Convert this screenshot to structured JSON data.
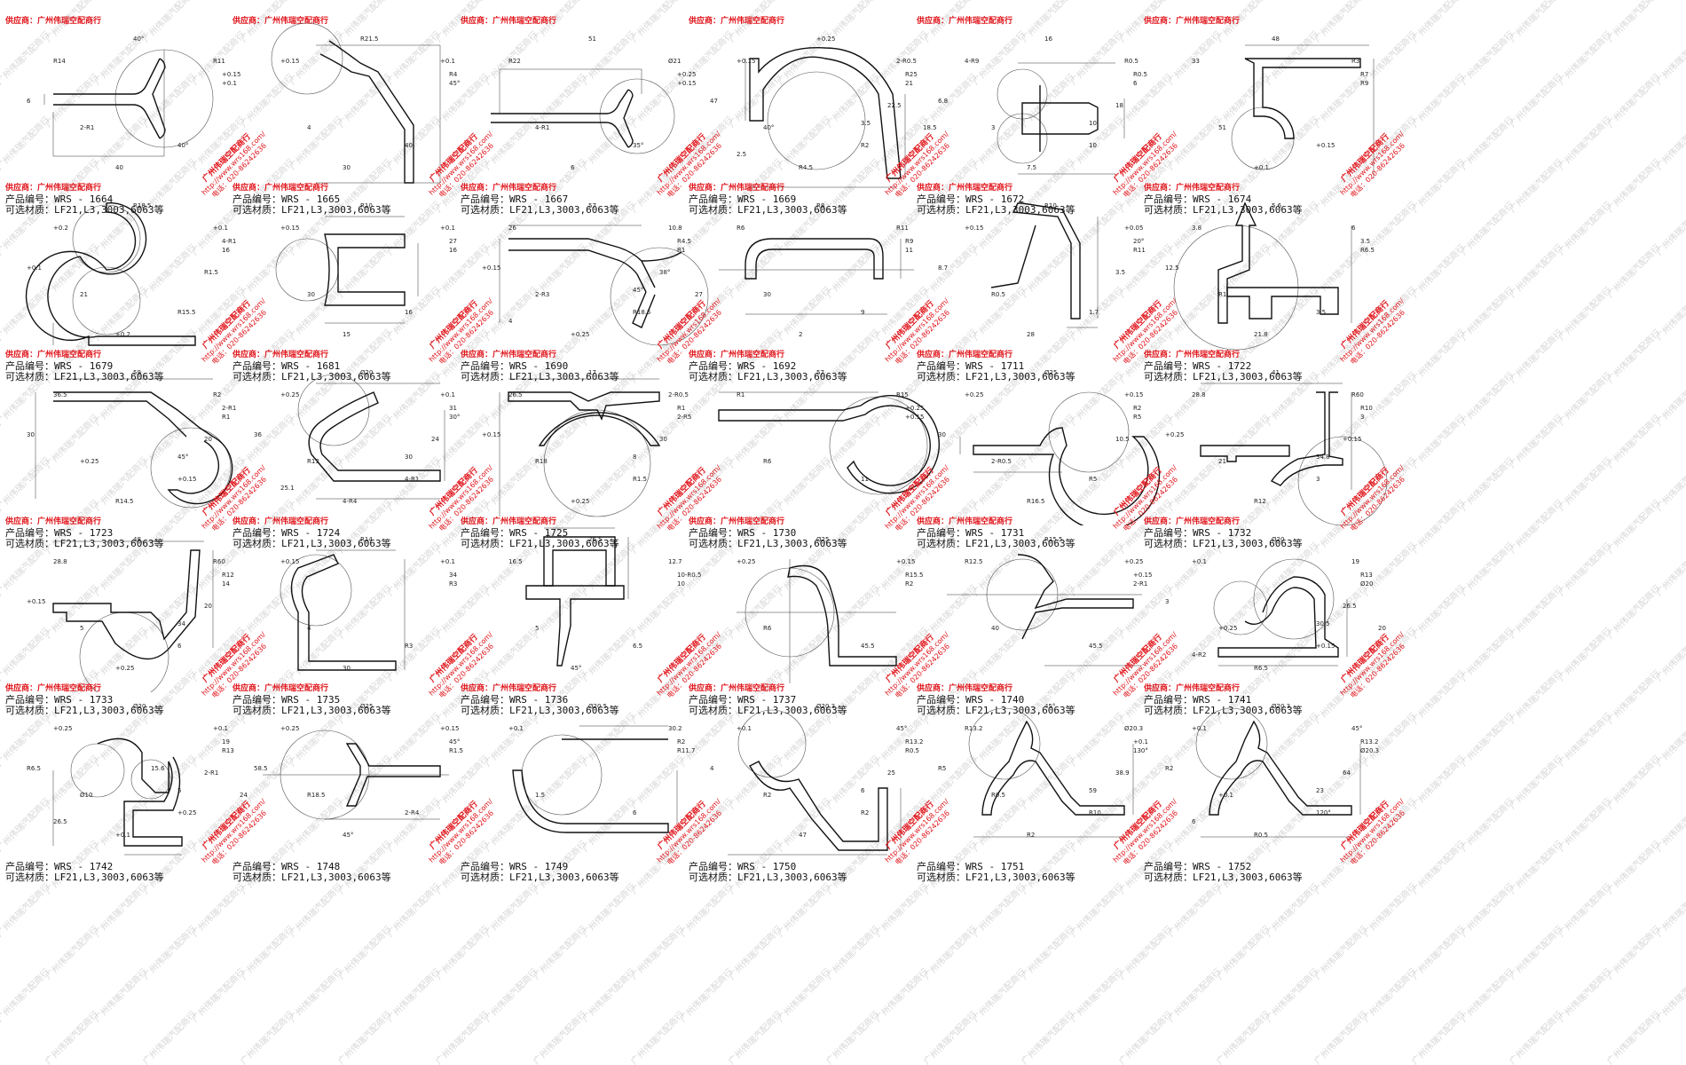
{
  "supplier_label": "供应商：广州伟瑞空配商行",
  "code_prefix": "产品编号：WRS - ",
  "materials_label": "可选材质：LF21,L3,3003,6063等",
  "stamp": {
    "line1": "广州伟瑞空配商行",
    "line2": "http://www.wrs168.com/",
    "line3": "电话：020-86242636"
  },
  "watermark_text": "广州伟瑞汽配商行",
  "products": [
    {
      "code": "1664",
      "shape": "y",
      "labels": [
        "40°",
        "R14",
        "R11",
        "+0.15",
        "+0.1",
        "2-R1",
        "40°",
        "40",
        "6"
      ]
    },
    {
      "code": "1665",
      "shape": "hookdiag",
      "labels": [
        "R21.5",
        "+0.15",
        "+0.1",
        "R4",
        "45°",
        "4",
        "40",
        "30"
      ]
    },
    {
      "code": "1667",
      "shape": "ycircle",
      "labels": [
        "51",
        "R22",
        "Ø21",
        "+0.25",
        "+0.15",
        "4-R1",
        "35°",
        "6"
      ]
    },
    {
      "code": "1669",
      "shape": "arch",
      "labels": [
        "+0.25",
        "+0.15",
        "2-R0.5",
        "R25",
        "21",
        "40°",
        "R2",
        "R4.5",
        "47",
        "22.5",
        "3.5",
        "2.5",
        "18.5"
      ]
    },
    {
      "code": "1672",
      "shape": "twocircle",
      "labels": [
        "16",
        "4-R9",
        "R0.5",
        "R0.5",
        "6",
        "3",
        "10",
        "7.5",
        "6.8",
        "18",
        "10"
      ]
    },
    {
      "code": "1674",
      "shape": "lhook",
      "labels": [
        "48",
        "33",
        "R3",
        "R7",
        "R9",
        "51",
        "+0.15",
        "+0.1"
      ]
    },
    {
      "code": "1679",
      "shape": "figure8",
      "labels": [
        "R18.5",
        "+0.2",
        "+0.1",
        "4-R1",
        "16",
        "21",
        "R15.5",
        "+0.2",
        "+0.1",
        "R1.5"
      ]
    },
    {
      "code": "1681",
      "shape": "uchannel",
      "labels": [
        "R10",
        "+0.15",
        "+0.1",
        "27",
        "16",
        "30",
        "16",
        "15"
      ]
    },
    {
      "code": "1690",
      "shape": "ylong",
      "labels": [
        "57",
        "26",
        "10.8",
        "R4.5",
        "R1",
        "2-R3",
        "R18.5",
        "+0.25",
        "+0.15",
        "38°",
        "45°",
        "4",
        "27"
      ]
    },
    {
      "code": "1692",
      "shape": "bar",
      "labels": [
        "R8",
        "R6",
        "R11",
        "R9",
        "11",
        "30",
        "9",
        "2"
      ]
    },
    {
      "code": "1711",
      "shape": "zbracket",
      "labels": [
        "R10",
        "+0.15",
        "+0.05",
        "20°",
        "R11",
        "R0.5",
        "1.7",
        "28",
        "8.7",
        "3.5"
      ]
    },
    {
      "code": "1722",
      "shape": "arrow",
      "labels": [
        "5.6",
        "3.8",
        "6",
        "3.5",
        "R6.5",
        "R1",
        "3.5",
        "21.8",
        "12.5"
      ]
    },
    {
      "code": "1723",
      "shape": "diagcircle",
      "labels": [
        "59",
        "36.5",
        "R2",
        "2-R1",
        "R1",
        "+0.25",
        "+0.15",
        "R14.5",
        "30",
        "20",
        "45°"
      ]
    },
    {
      "code": "1724",
      "shape": "scircle",
      "labels": [
        "Ø20",
        "+0.25",
        "+0.1",
        "31",
        "30°",
        "R13",
        "4-R1",
        "4-R4",
        "36",
        "24",
        "30",
        "25.1"
      ]
    },
    {
      "code": "1725",
      "shape": "chair",
      "labels": [
        "17",
        "26.5",
        "2-R0.5",
        "R1",
        "2-R5",
        "R18",
        "R1.5",
        "+0.25",
        "+0.15",
        "30",
        "8"
      ]
    },
    {
      "code": "1730",
      "shape": "longcircle",
      "labels": [
        "57",
        "R1",
        "R15",
        "+0.25",
        "+0.15",
        "R6",
        "11"
      ]
    },
    {
      "code": "1731",
      "shape": "hookcircle",
      "labels": [
        "Ø25",
        "+0.25",
        "+0.15",
        "R2",
        "R5",
        "2-R0.5",
        "R5",
        "R16.5",
        "30",
        "10.5"
      ]
    },
    {
      "code": "1732",
      "shape": "tframe",
      "labels": [
        "41",
        "28.8",
        "R60",
        "R10",
        "3",
        "21",
        "3",
        "R12",
        "+0.25",
        "+0.15",
        "34.8"
      ]
    },
    {
      "code": "1733",
      "shape": "frameright",
      "labels": [
        "48",
        "28.8",
        "R60",
        "R12",
        "14",
        "5",
        "6",
        "+0.25",
        "+0.15",
        "20",
        "34"
      ]
    },
    {
      "code": "1735",
      "shape": "cframe",
      "labels": [
        "R14",
        "+0.15",
        "+0.1",
        "34",
        "R3",
        "4",
        "R3",
        "30"
      ]
    },
    {
      "code": "1736",
      "shape": "fin",
      "labels": [
        "26.5",
        "16.5",
        "12.7",
        "10-R0.5",
        "10",
        "5",
        "6.5",
        "45°"
      ]
    },
    {
      "code": "1737",
      "shape": "spoon",
      "labels": [
        "Ø25",
        "+0.25",
        "+0.15",
        "R15.5",
        "R2",
        "R6",
        "45.5"
      ]
    },
    {
      "code": "1740",
      "shape": "ybig",
      "labels": [
        "R15.5",
        "R12.5",
        "+0.25",
        "+0.15",
        "2-R1",
        "40",
        "45.5"
      ]
    },
    {
      "code": "1741",
      "shape": "twinhook",
      "labels": [
        "Ø20",
        "+0.1",
        "19",
        "R13",
        "Ø20",
        "+0.25",
        "+0.15",
        "R6.5",
        "3",
        "26.5",
        "30.5",
        "4-R2",
        "20"
      ]
    },
    {
      "code": "1742",
      "shape": "twinhook2",
      "labels": [
        "Ø20",
        "+0.25",
        "+0.1",
        "19",
        "R13",
        "Ø10",
        "+0.25",
        "+0.1",
        "R6.5",
        "2-R1",
        "5",
        "26.5",
        "24",
        "15.6"
      ]
    },
    {
      "code": "1748",
      "shape": "ylong2",
      "labels": [
        "Ø25",
        "+0.25",
        "+0.15",
        "45°",
        "R1.5",
        "R18.5",
        "2-R4",
        "45°",
        "58.5"
      ]
    },
    {
      "code": "1749",
      "shape": "scoop",
      "labels": [
        "Ø20.5",
        "+0.1",
        "30.2",
        "R2",
        "R11.7",
        "1.5",
        "6"
      ]
    },
    {
      "code": "1750",
      "shape": "zdeep",
      "labels": [
        "Ø20.3",
        "+0.1",
        "45°",
        "R13.2",
        "R0.5",
        "R2",
        "R2",
        "47",
        "4",
        "25",
        "6"
      ]
    },
    {
      "code": "1751",
      "shape": "hookflat",
      "labels": [
        "45°",
        "R13.2",
        "Ø20.3",
        "+0.1",
        "130°",
        "R0.5",
        "R10",
        "R2",
        "R5",
        "38.9",
        "59"
      ]
    },
    {
      "code": "1752",
      "shape": "hookflat",
      "labels": [
        "Ø20.3",
        "+0.1",
        "45°",
        "R13.2",
        "Ø20.3",
        "+0.1",
        "120°",
        "R0.5",
        "R2",
        "64",
        "23",
        "6"
      ]
    }
  ]
}
